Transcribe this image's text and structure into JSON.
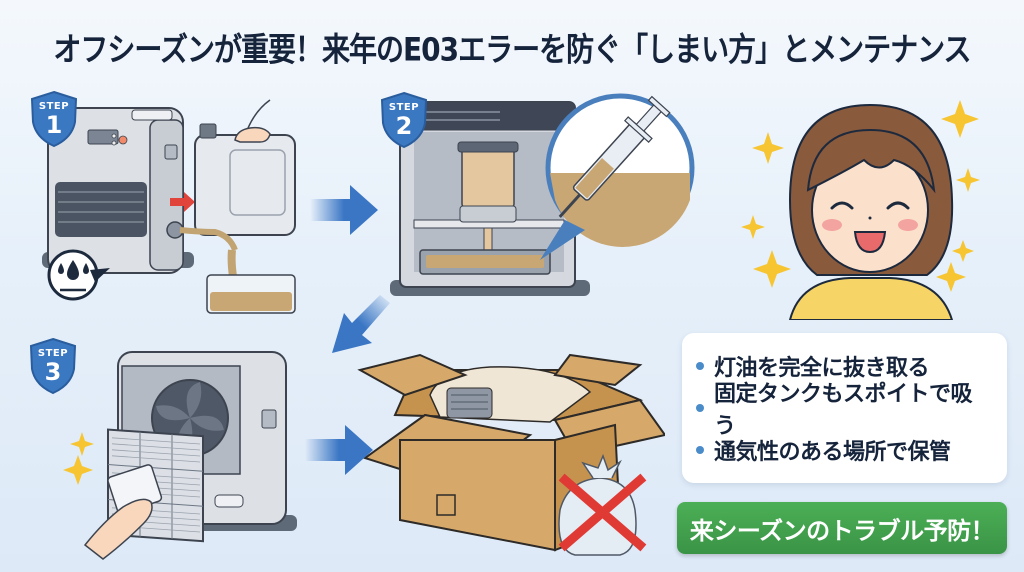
{
  "title": "オフシーズンが重要！来年のE03エラーを防ぐ「しまい方」とメンテナンス",
  "steps": [
    {
      "label": "STEP",
      "number": "1",
      "description": "Drain kerosene from removable tank into container"
    },
    {
      "label": "STEP",
      "number": "2",
      "description": "Suck remaining oil from fixed tank with syringe/dropper"
    },
    {
      "label": "STEP",
      "number": "3",
      "description": "Clean air filter"
    }
  ],
  "storage_scene": {
    "description": "Heater stored in cardboard box; plastic bag storage crossed out"
  },
  "bullets": [
    "灯油を完全に抜き取る",
    "固定タンクもスポイトで吸う",
    "通気性のある場所で保管"
  ],
  "cta": "来シーズンのトラブル予防！",
  "colors": {
    "title": "#15233b",
    "shield": "#3b78c2",
    "arrow": "#3a76c4",
    "cta_green": "#43a04e",
    "bullet_dot": "#4a8cc9",
    "kerosene": "#c9a774",
    "cardboard": "#d6a96a",
    "sparkle": "#f6c531",
    "shirt": "#f6d465",
    "hair": "#8a5a3c",
    "cross": "#e03a35"
  }
}
